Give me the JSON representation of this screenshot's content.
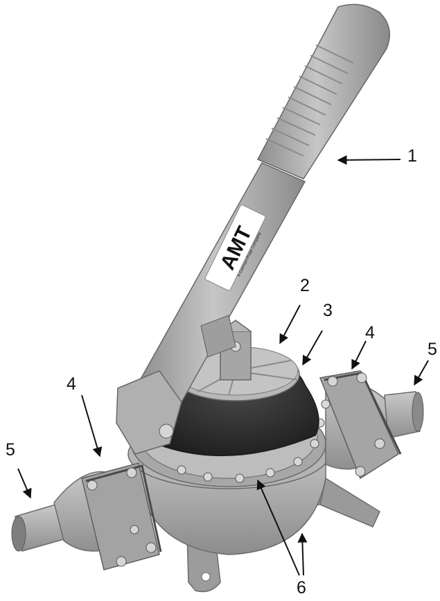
{
  "colors": {
    "body": "#a9a9a9",
    "body_light": "#c3c3c3",
    "body_dark": "#7d7d7d",
    "diaphragm": "#2e2e2e",
    "bolt": "#d6d6d6",
    "gasket": "#4a4a4a",
    "arrow": "#111111"
  },
  "logo": {
    "brand": "AMT",
    "tagline": "A Gorman-Rupp Company"
  },
  "callouts": [
    {
      "id": "1",
      "label": "1"
    },
    {
      "id": "2",
      "label": "2"
    },
    {
      "id": "3",
      "label": "3"
    },
    {
      "id": "4-right",
      "label": "4"
    },
    {
      "id": "4-left",
      "label": "4"
    },
    {
      "id": "5-right",
      "label": "5"
    },
    {
      "id": "5-left",
      "label": "5"
    },
    {
      "id": "6",
      "label": "6"
    }
  ],
  "icons": [
    "handle-icon",
    "pump-body-icon",
    "flange-icon",
    "bolt-icon",
    "arrow-icon"
  ]
}
